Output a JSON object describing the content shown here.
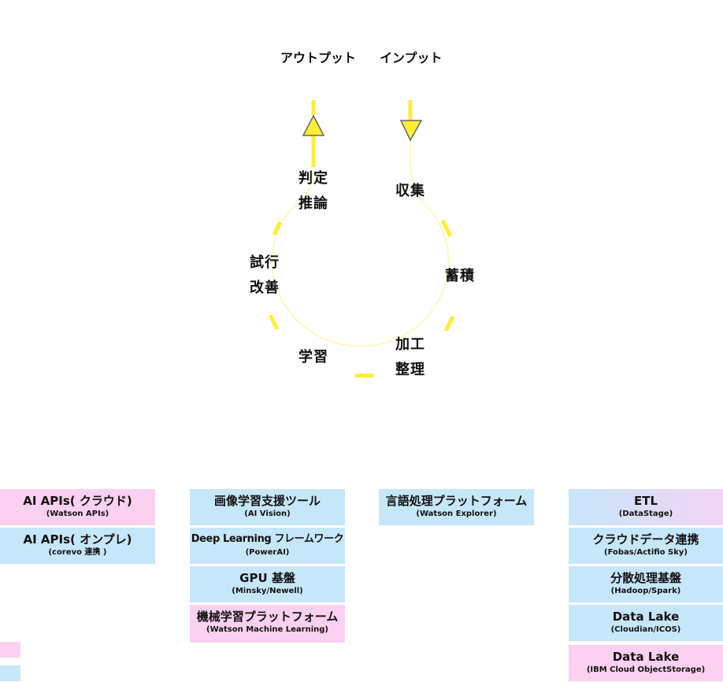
{
  "io": {
    "output": "アウトプット",
    "input": "インプット"
  },
  "cycle": {
    "judge": [
      "判定",
      "推論"
    ],
    "collect": "収集",
    "trial": [
      "試行",
      "改善"
    ],
    "store": "蓄積",
    "learn": "学習",
    "process": [
      "加工",
      "整理"
    ]
  },
  "columns": [
    [
      {
        "title": "AI APIs( クラウド)",
        "sub": "(Watson APIs)",
        "color": "#fbd0f0"
      },
      {
        "title": "AI APIs( オンプレ)",
        "sub": "(corevo 連携 )",
        "color": "#c6e6fa"
      }
    ],
    [
      {
        "title": "画像学習支援ツール",
        "sub": "(AI Vision)",
        "color": "#c6e6fa"
      },
      {
        "title": "Deep Learning フレームワーク",
        "sub": "(PowerAI)",
        "color": "#c6e6fa"
      },
      {
        "title": "GPU 基盤",
        "sub": "(Minsky/Newell)",
        "color": "#c6e6fa"
      },
      {
        "title": "機械学習プラットフォーム",
        "sub": "(Watson Machine Learning)",
        "color": "#fbd0f0"
      }
    ],
    [
      {
        "title": "言語処理プラットフォーム",
        "sub": "(Watson Explorer)",
        "color": "#c6e6fa"
      }
    ],
    [
      {
        "title": "ETL",
        "sub": "(DataStage)",
        "color": "gradient"
      },
      {
        "title": "クラウドデータ連携",
        "sub": "(Fobas/Actifio Sky)",
        "color": "#c6e6fa"
      },
      {
        "title": "分散処理基盤",
        "sub": "(Hadoop/Spark)",
        "color": "#c6e6fa"
      },
      {
        "title": "Data Lake",
        "sub": "(Cloudian/ICOS)",
        "color": "#c6e6fa"
      },
      {
        "title": "Data Lake",
        "sub": "(IBM Cloud ObjectStorage)",
        "color": "#fbd0f0"
      }
    ]
  ],
  "legend": {
    "pink_color": "#fbd0f0",
    "blue_color": "#c6e6fa"
  },
  "colors": {
    "accent_yellow": "#ffee33",
    "cycle_line": "#fdf8c2",
    "arrow_outline": "#666666"
  }
}
